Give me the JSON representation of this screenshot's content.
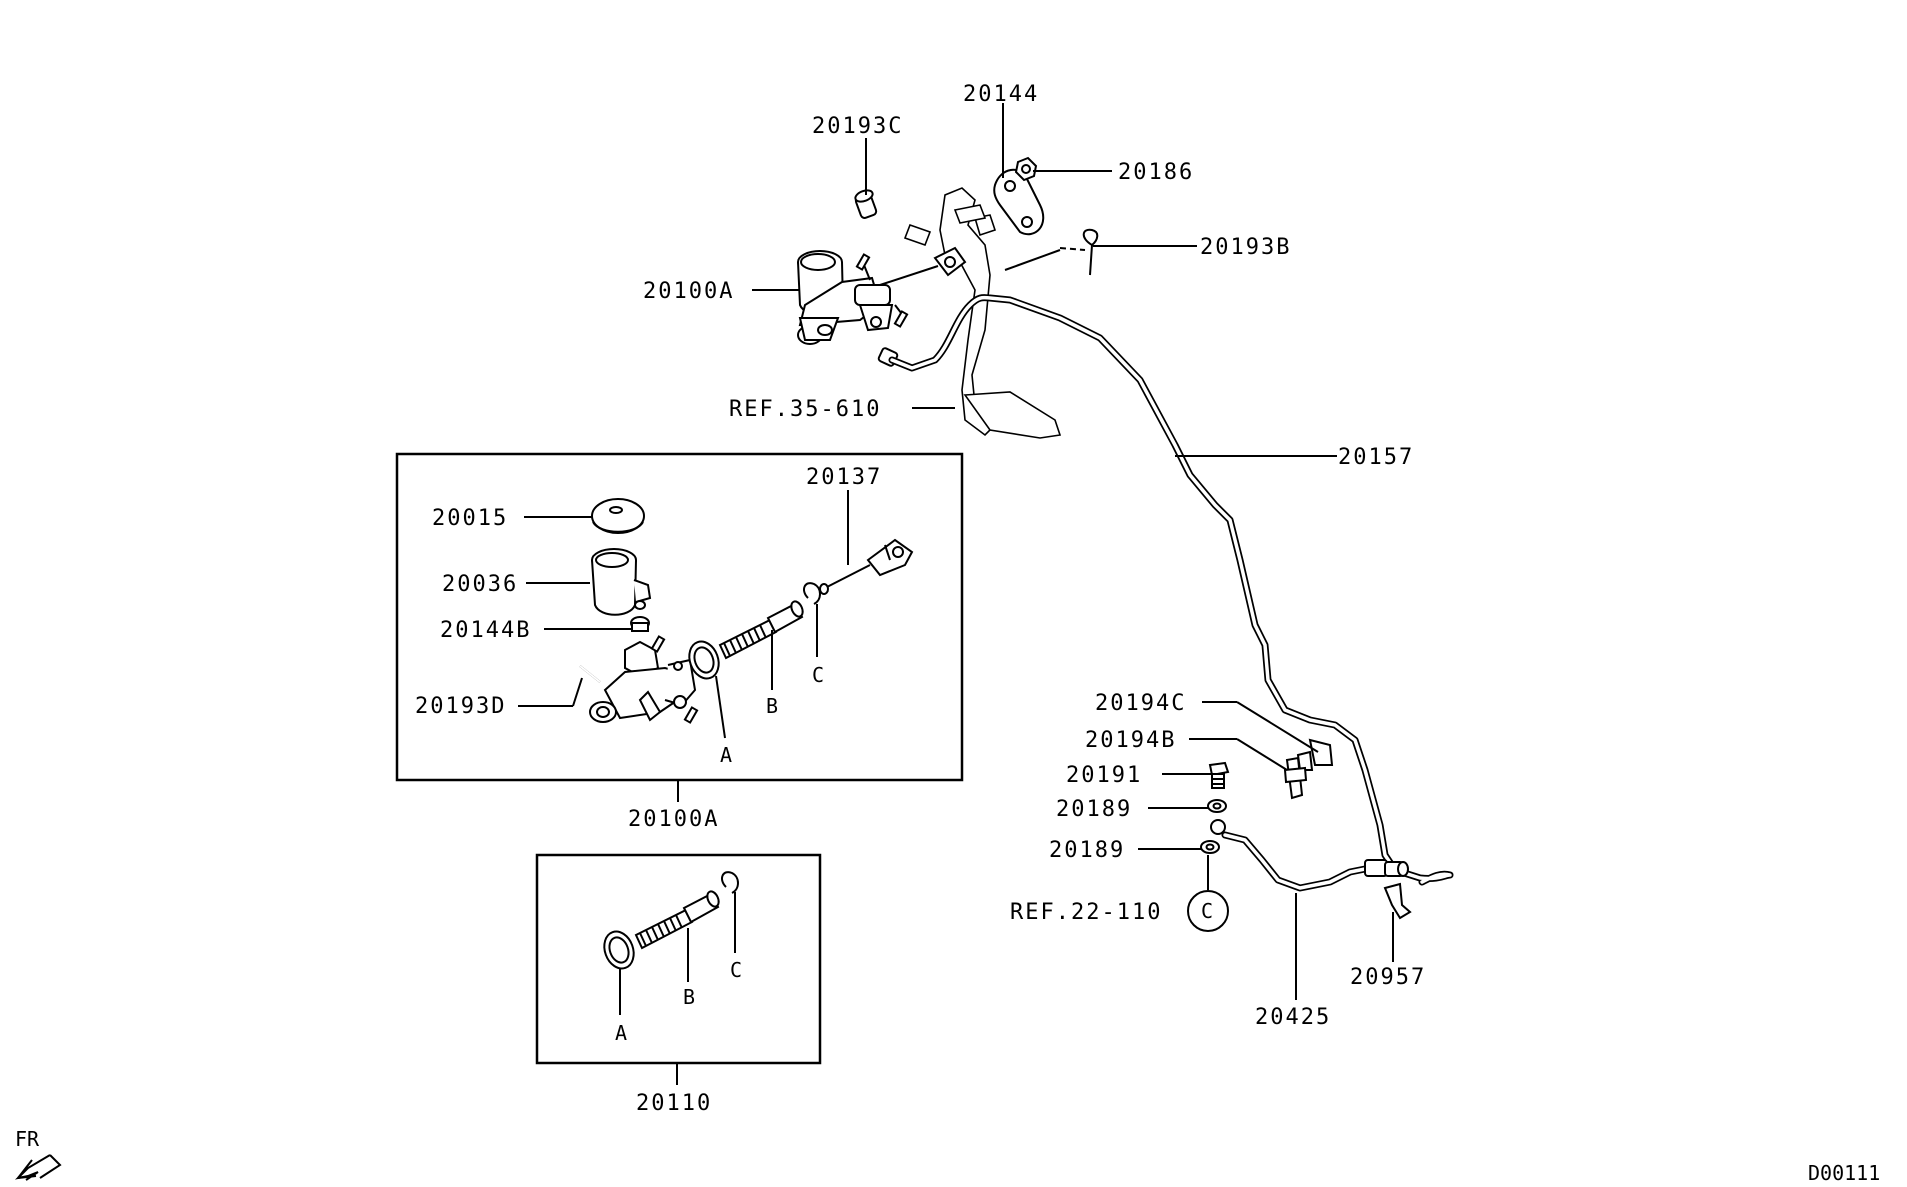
{
  "diagram": {
    "labels": {
      "p20144": "20144",
      "p20193C": "20193C",
      "p20186": "20186",
      "p20193B": "20193B",
      "p20100A_top": "20100A",
      "ref35": "REF.35-610",
      "p20157": "20157",
      "p20015": "20015",
      "p20137": "20137",
      "p20036": "20036",
      "p20144B": "20144B",
      "p20193D": "20193D",
      "box1_A": "A",
      "box1_B": "B",
      "box1_C": "C",
      "p20100A_box": "20100A",
      "box2_A": "A",
      "box2_B": "B",
      "box2_C": "C",
      "p20110": "20110",
      "p20194C": "20194C",
      "p20194B": "20194B",
      "p20191": "20191",
      "p20189a": "20189",
      "p20189b": "20189",
      "ref22": "REF.22-110",
      "ref22_circle": "C",
      "p20425": "20425",
      "p20957": "20957",
      "fr": "FR",
      "code": "D00111"
    }
  }
}
